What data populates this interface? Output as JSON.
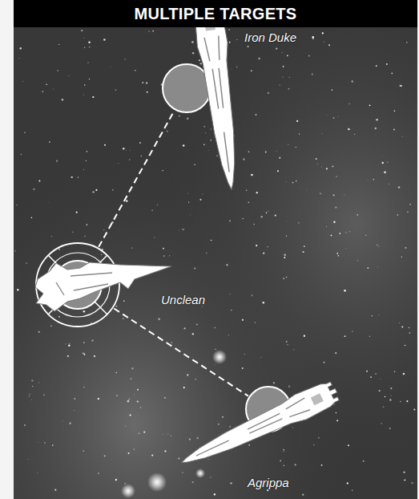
{
  "diagram": {
    "title": "MULTIPLE TARGETS",
    "nodes": [
      {
        "text": [
          "Iron Duke"
        ]
      },
      {
        "text": [
          "Unclean"
        ]
      },
      {
        "text": [
          "Agrippa"
        ]
      }
    ],
    "edges": [
      {
        "from": 1,
        "to": 0,
        "arrow": "none"
      },
      {
        "from": 1,
        "to": 2,
        "arrow": "none"
      }
    ]
  }
}
